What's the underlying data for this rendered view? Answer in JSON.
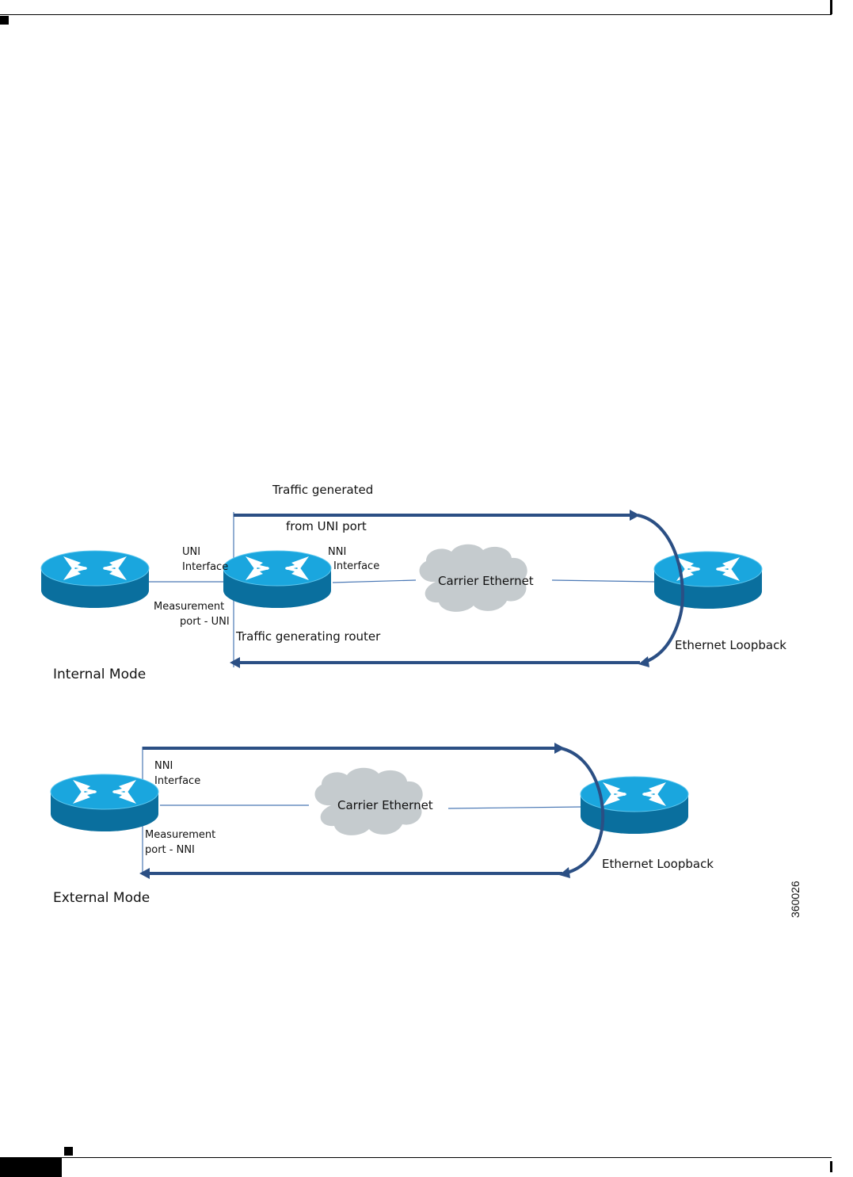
{
  "internal_mode": {
    "mode_label": "Internal Mode",
    "traffic_generated_label": "Traffic generated",
    "from_port_label": "from UNI port",
    "uni_interface_label": [
      "UNI",
      "Interface"
    ],
    "nni_interface_label": [
      "NNI",
      "Interface"
    ],
    "measurement_port_label": [
      "Measurement",
      "port - UNI"
    ],
    "router_caption": "Traffic generating router",
    "cloud_label": "Carrier Ethernet",
    "loopback_label": "Ethernet Loopback"
  },
  "external_mode": {
    "mode_label": "External Mode",
    "nni_interface_label": [
      "NNI",
      "Interface"
    ],
    "measurement_port_label": [
      "Measurement",
      "port - NNI"
    ],
    "cloud_label": "Carrier Ethernet",
    "loopback_label": "Ethernet Loopback"
  },
  "figure_id": "360026",
  "colors": {
    "router_top": "#1aa6de",
    "router_side": "#0a6f9e",
    "arrow": "#2b4f84",
    "cloud": "#c5cbce",
    "link": "#4a78b5"
  }
}
